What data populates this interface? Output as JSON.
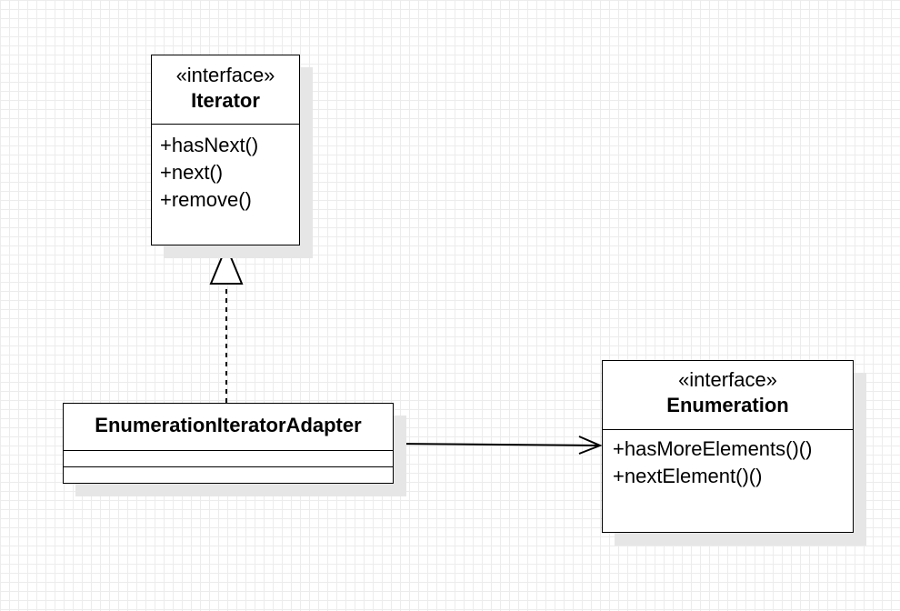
{
  "diagram": {
    "classes": {
      "iterator": {
        "stereotype": "«interface»",
        "name": "Iterator",
        "members": [
          "+hasNext()",
          "+next()",
          "+remove()"
        ]
      },
      "enumeration": {
        "stereotype": "«interface»",
        "name": "Enumeration",
        "members": [
          "+hasMoreElements()()",
          "+nextElement()()"
        ]
      },
      "adapter": {
        "name": "EnumerationIteratorAdapter"
      }
    },
    "relationships": [
      {
        "type": "realization",
        "from": "EnumerationIteratorAdapter",
        "to": "Iterator",
        "line": "dashed",
        "head": "hollow-triangle"
      },
      {
        "type": "association",
        "from": "EnumerationIteratorAdapter",
        "to": "Enumeration",
        "line": "solid",
        "head": "open-arrow"
      }
    ],
    "colors": {
      "background": "#ffffff",
      "grid": "#ececec",
      "stroke": "#000000",
      "shadow": "#e6e6e6"
    }
  }
}
